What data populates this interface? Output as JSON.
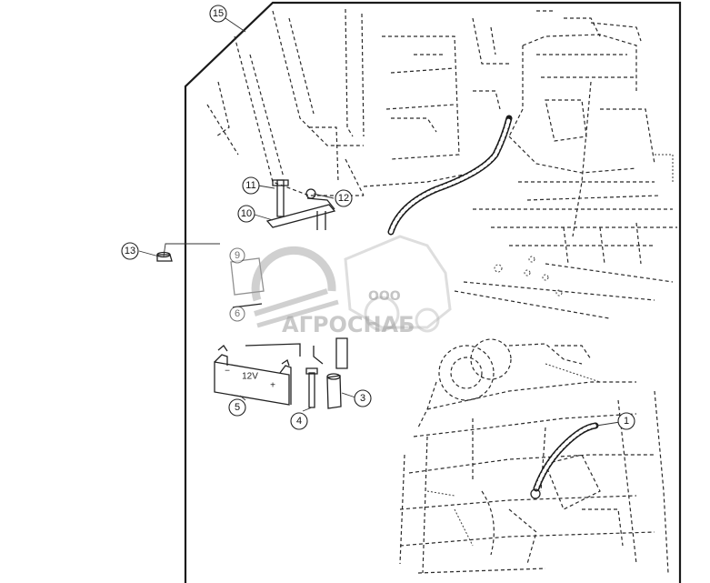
{
  "callouts": [
    {
      "id": "c15",
      "label": "15"
    },
    {
      "id": "c11",
      "label": "11"
    },
    {
      "id": "c12",
      "label": "12"
    },
    {
      "id": "c10",
      "label": "10"
    },
    {
      "id": "c13",
      "label": "13"
    },
    {
      "id": "c9",
      "label": "9"
    },
    {
      "id": "c6",
      "label": "6"
    },
    {
      "id": "c5",
      "label": "5"
    },
    {
      "id": "c4",
      "label": "4"
    },
    {
      "id": "c3",
      "label": "3"
    },
    {
      "id": "c1",
      "label": "1"
    }
  ],
  "battery": {
    "voltage": "12V",
    "minus": "−",
    "plus": "+"
  },
  "watermark": {
    "prefix": "ООО",
    "brand": "АГРОСНАБ"
  },
  "colors": {
    "line": "#1a1a1a",
    "watermark": "#8a8a8a"
  }
}
